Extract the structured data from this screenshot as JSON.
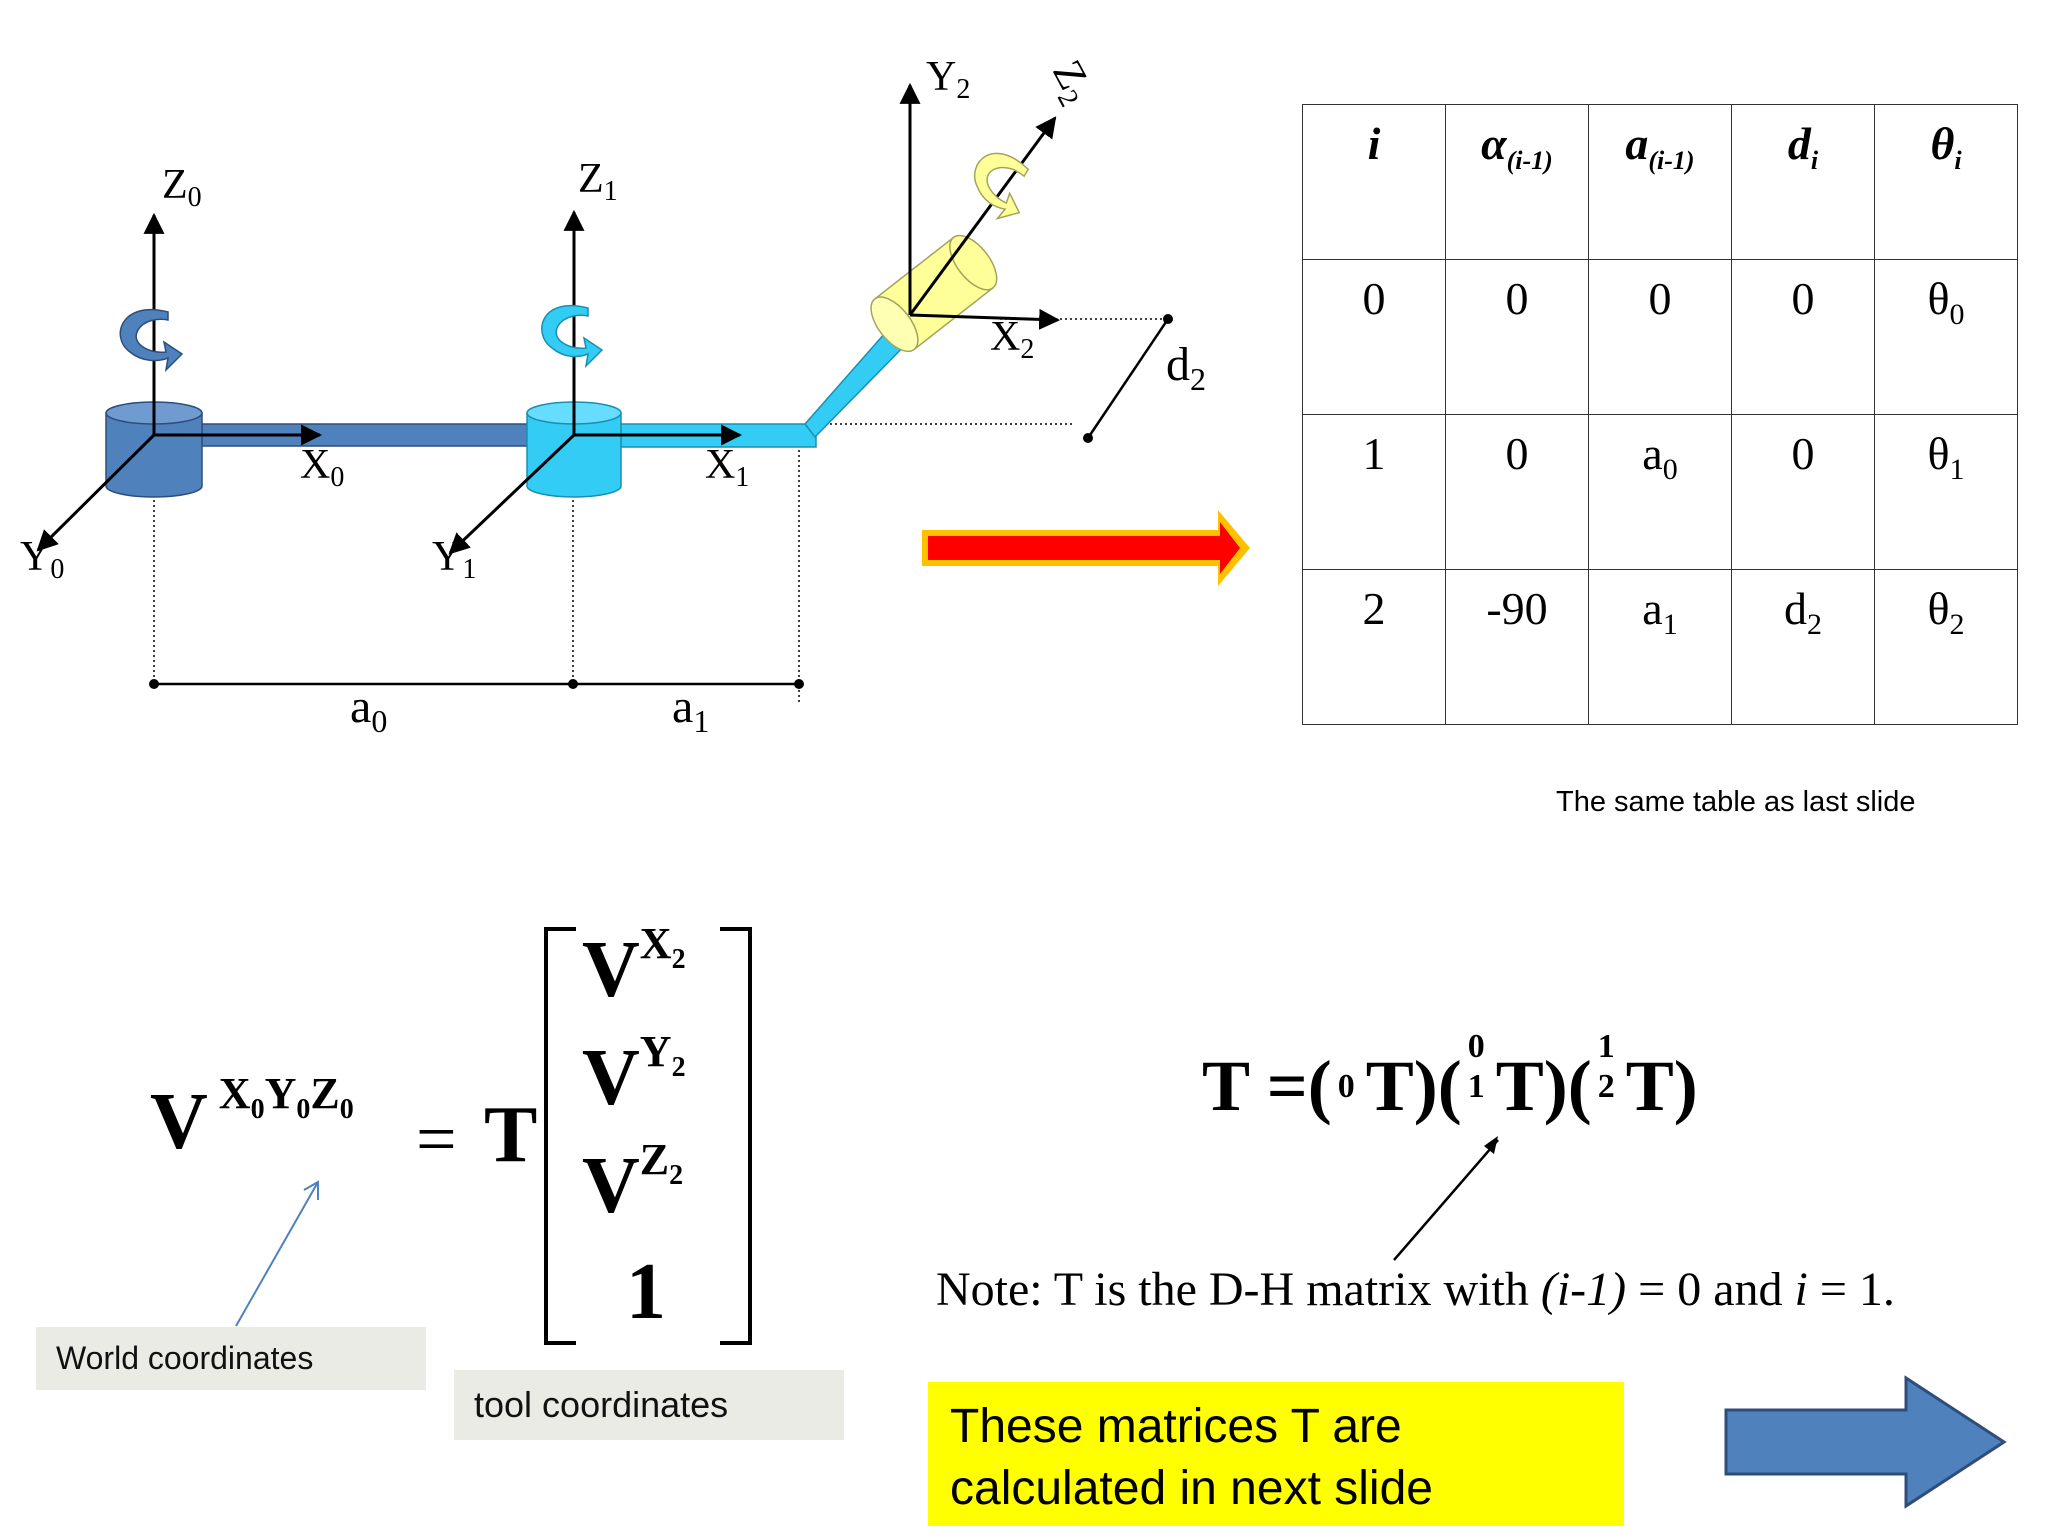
{
  "diagram": {
    "frame0": {
      "z": "Z",
      "z_sub": "0",
      "x": "X",
      "x_sub": "0",
      "y": "Y",
      "y_sub": "0"
    },
    "frame1": {
      "z": "Z",
      "z_sub": "1",
      "x": "X",
      "x_sub": "1",
      "y": "Y",
      "y_sub": "1"
    },
    "frame2": {
      "z": "Z",
      "z_sub": "2",
      "x": "X",
      "x_sub": "2",
      "y": "Y",
      "y_sub": "2"
    },
    "dims": {
      "a0": "a",
      "a0_sub": "0",
      "a1": "a",
      "a1_sub": "1",
      "d2": "d",
      "d2_sub": "2"
    },
    "colors": {
      "link0": "#4f81bd",
      "link1": "#33ccf5",
      "joint2": "#ffff99",
      "red_arrow": "#ff0000",
      "red_arrow_outline": "#ffc000",
      "blue_arrow": "#4f81bd"
    }
  },
  "table": {
    "headers": [
      {
        "main": "i",
        "sub": ""
      },
      {
        "main": "α",
        "sub": "(i-1)"
      },
      {
        "main": "a",
        "sub": "(i-1)"
      },
      {
        "main": "d",
        "sub": "i"
      },
      {
        "main": "θ",
        "sub": "i"
      }
    ],
    "rows": [
      [
        {
          "main": "0",
          "sub": ""
        },
        {
          "main": "0",
          "sub": ""
        },
        {
          "main": "0",
          "sub": ""
        },
        {
          "main": "0",
          "sub": ""
        },
        {
          "main": "θ",
          "sub": "0"
        }
      ],
      [
        {
          "main": "1",
          "sub": ""
        },
        {
          "main": "0",
          "sub": ""
        },
        {
          "main": "a",
          "sub": "0"
        },
        {
          "main": "0",
          "sub": ""
        },
        {
          "main": "θ",
          "sub": "1"
        }
      ],
      [
        {
          "main": "2",
          "sub": ""
        },
        {
          "main": "-90",
          "sub": ""
        },
        {
          "main": "a",
          "sub": "1"
        },
        {
          "main": "d",
          "sub": "2"
        },
        {
          "main": "θ",
          "sub": "2"
        }
      ]
    ],
    "caption": "The same table as last slide"
  },
  "equation": {
    "lhs_base": "V",
    "lhs_sup": [
      "X",
      "0",
      "Y",
      "0",
      "Z",
      "0"
    ],
    "equals": "=",
    "t": "T",
    "vector": [
      {
        "base": "V",
        "sup": "X",
        "sub": "2"
      },
      {
        "base": "V",
        "sup": "Y",
        "sub": "2"
      },
      {
        "base": "V",
        "sup": "Z",
        "sub": "2"
      },
      {
        "base": "1",
        "sup": "",
        "sub": ""
      }
    ]
  },
  "product": {
    "lhs": "T =",
    "factors": [
      {
        "t": "T",
        "pre_sup": "",
        "pre_sub": "0"
      },
      {
        "t": "T",
        "pre_sup": "0",
        "pre_sub": "1"
      },
      {
        "t": "T",
        "pre_sup": "1",
        "pre_sub": "2"
      }
    ]
  },
  "note": {
    "prefix": "Note: T is the D-H matrix with ",
    "italic1": "(i-1)",
    "mid": " = 0 and ",
    "italic2": "i",
    "suffix": " = 1."
  },
  "labels": {
    "world": "World coordinates",
    "tool": "tool coordinates",
    "callout_line1": "These matrices T are",
    "callout_line2": "calculated in next slide"
  }
}
